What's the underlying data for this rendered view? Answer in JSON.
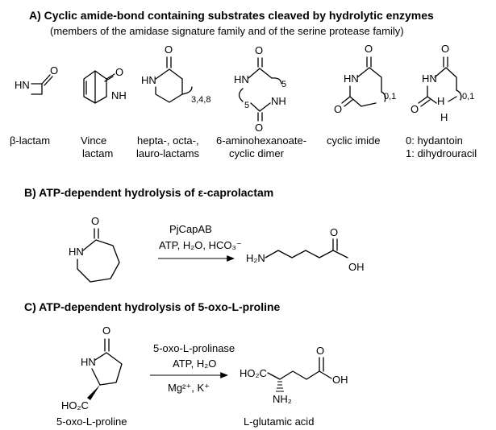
{
  "section_a": {
    "title": "A) Cyclic amide-bond containing substrates cleaved by hydrolytic enzymes",
    "subtitle": "(members of the amidase signature family and of the serine protease family)",
    "captions": {
      "beta_lactam": "β-lactam",
      "vince_1": "Vince",
      "vince_2": "lactam",
      "hepta_1": "hepta-, octa-,",
      "hepta_2": "lauro-lactams",
      "dimer_1": "6-aminohexanoate-",
      "dimer_2": "cyclic dimer",
      "imide": "cyclic imide",
      "hyd_1": "0: hydantoin",
      "hyd_2": "1: dihydrouracil"
    },
    "atoms": {
      "HN": "HN",
      "NH": "NH",
      "H": "H",
      "O": "O",
      "sub_348": "3,4,8",
      "sub_5": "5",
      "sub_01": "0,1"
    }
  },
  "section_b": {
    "title": "B) ATP-dependent hydrolysis of ε-caprolactam",
    "enzyme": "PjCapAB",
    "conditions": "ATP, H₂O, HCO₃⁻",
    "product_N": "H₂N",
    "product_OH": "OH"
  },
  "section_c": {
    "title": "C) ATP-dependent hydrolysis of 5-oxo-L-proline",
    "enzyme": "5-oxo-L-prolinase",
    "cond_top": "ATP, H₂O",
    "cond_bottom": "Mg²⁺, K⁺",
    "substrate_label": "5-oxo-L-proline",
    "product_label": "L-glutamic acid",
    "HN": "HN",
    "HO2C": "HO₂C",
    "NH2": "NH₂",
    "OH": "OH"
  }
}
